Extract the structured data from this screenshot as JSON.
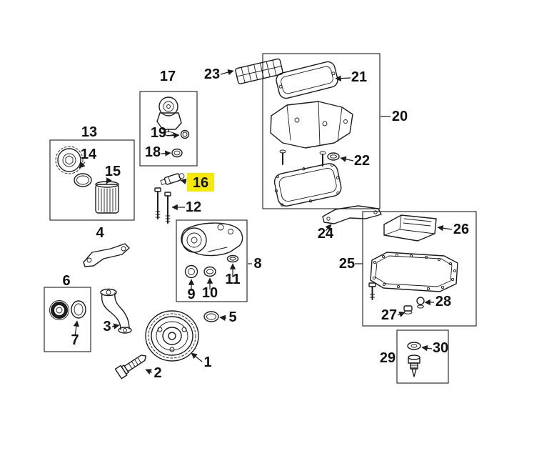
{
  "labels": {
    "n1": "1",
    "n2": "2",
    "n3": "3",
    "n4": "4",
    "n5": "5",
    "n6": "6",
    "n7": "7",
    "n8": "8",
    "n9": "9",
    "n10": "10",
    "n11": "11",
    "n12": "12",
    "n13": "13",
    "n14": "14",
    "n15": "15",
    "n16": "16",
    "n17": "17",
    "n18": "18",
    "n19": "19",
    "n20": "20",
    "n21": "21",
    "n22": "22",
    "n23": "23",
    "n24": "24",
    "n25": "25",
    "n26": "26",
    "n27": "27",
    "n28": "28",
    "n29": "29",
    "n30": "30"
  },
  "highlight": {
    "part": "16",
    "color": "#f6e903"
  },
  "colors": {
    "background": "#ffffff",
    "line": "#1c1c1c",
    "label_text": "#111111"
  }
}
